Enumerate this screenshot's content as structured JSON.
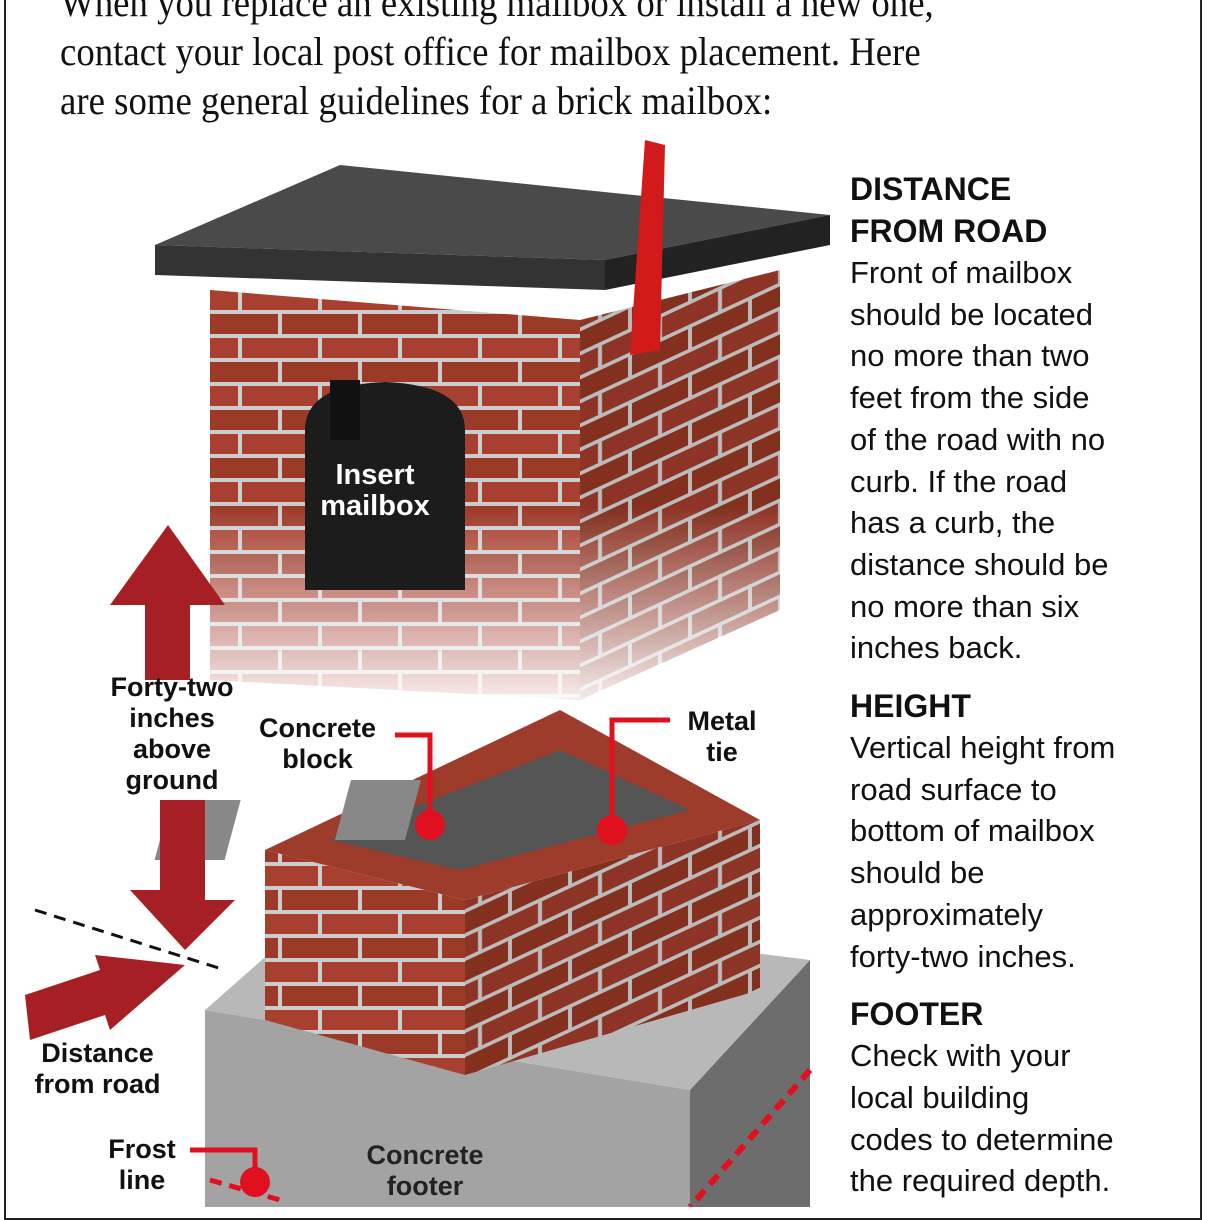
{
  "intro": {
    "lines": [
      "When you replace an existing mailbox or install a new one,",
      "contact your local post office for mailbox placement. Here",
      "are some general guidelines for a brick mailbox:"
    ]
  },
  "sections": [
    {
      "heading_lines": [
        "DISTANCE",
        "FROM ROAD"
      ],
      "body_lines": [
        "Front of mailbox",
        "should be located",
        "no more than two",
        "feet from the side",
        "of the road with no",
        "curb. If the road",
        "has a curb, the",
        "distance should be",
        "no more than six",
        "inches back."
      ]
    },
    {
      "heading_lines": [
        "HEIGHT"
      ],
      "body_lines": [
        "Vertical height from",
        "road surface to",
        "bottom of mailbox",
        "should be",
        "approximately",
        "forty-two inches."
      ]
    },
    {
      "heading_lines": [
        "FOOTER"
      ],
      "body_lines": [
        "Check with your",
        "local building",
        "codes to determine",
        "the required depth."
      ]
    }
  ],
  "labels": {
    "insert_mailbox": [
      "Insert",
      "mailbox"
    ],
    "height": [
      "Forty-two",
      "inches",
      "above",
      "ground"
    ],
    "concrete_block": [
      "Concrete",
      "block"
    ],
    "metal_tie": [
      "Metal",
      "tie"
    ],
    "distance": [
      "Distance",
      "from road"
    ],
    "frost_line": [
      "Frost",
      "line"
    ],
    "concrete_footer": [
      "Concrete",
      "footer"
    ]
  },
  "colors": {
    "brick": "#a8402f",
    "arrow": "#a51f24",
    "pointer": "#e0101e",
    "cap": "#4a4a4a",
    "footer": "#9a9a9a"
  }
}
